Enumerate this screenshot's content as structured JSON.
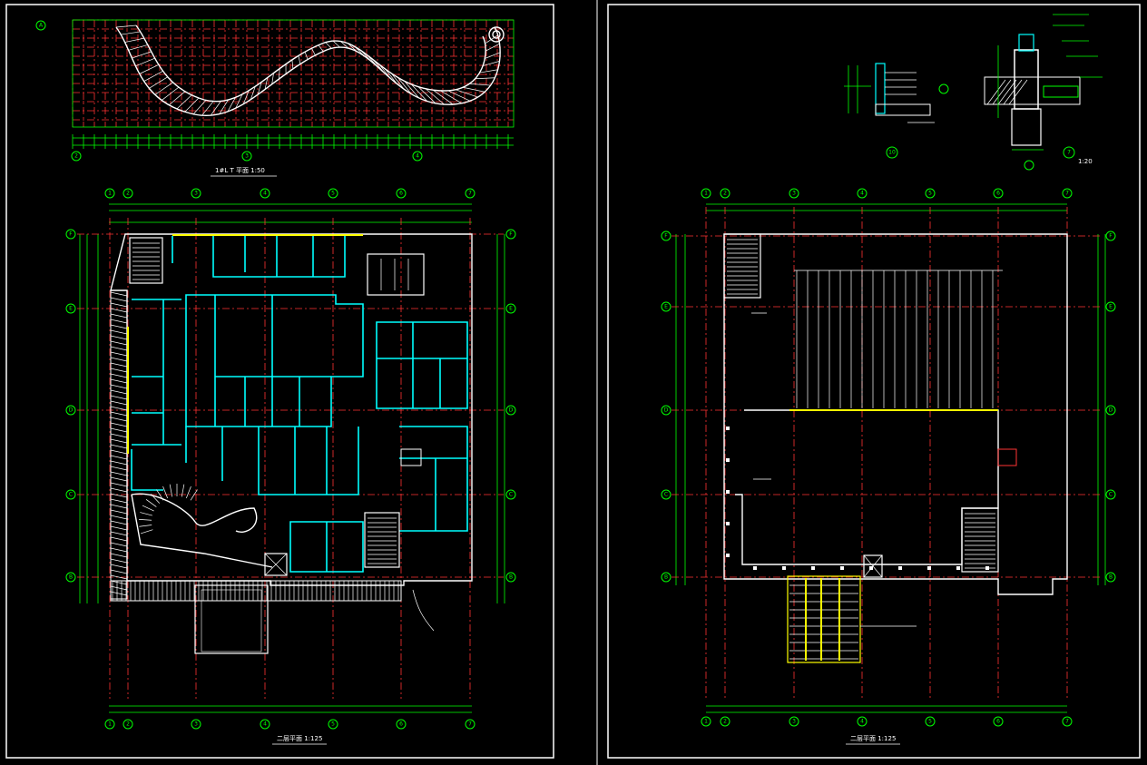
{
  "sheets": [
    {
      "id": "left",
      "title": "1#L T 平面 1:50",
      "plan_title": "二层平面 1:125"
    },
    {
      "id": "right",
      "title": "1:20",
      "plan_title": "二层平面 1:125"
    }
  ],
  "detail_bubbles": [
    "10",
    "7"
  ],
  "grid_numbers": [
    "1",
    "2",
    "3",
    "4",
    "5",
    "6",
    "7"
  ],
  "grid_letters": [
    "F",
    "E",
    "D",
    "C",
    "B"
  ],
  "stair_grid_numbers": [
    "2",
    "3",
    "4"
  ],
  "stair_grid_letter": "A",
  "colors": {
    "background": "#000000",
    "dimension": "#00ff00",
    "axis": "#ff3333",
    "partition": "#00ffff",
    "wall": "#ffffff",
    "glazing": "#ffff00",
    "equipment": "#ff00ff"
  }
}
